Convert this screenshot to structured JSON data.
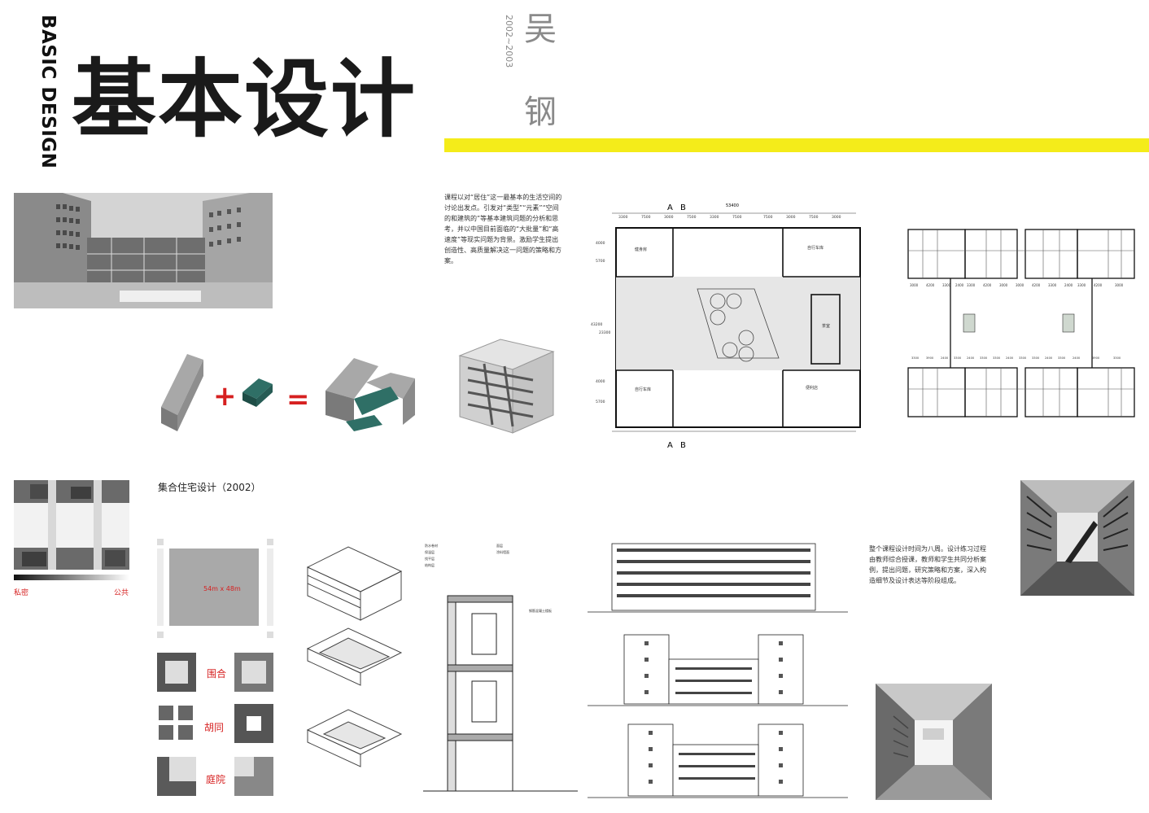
{
  "header": {
    "english_title": "BASIC DESIGN",
    "chinese_title": "基本设计",
    "years": "2002~2003",
    "author_first": "吴",
    "author_second": "钢"
  },
  "colors": {
    "accent_yellow": "#f4ec1a",
    "accent_red": "#d62020",
    "teal": "#2f6f66"
  },
  "intro_text": "课程以对“居住”这一最基本的生活空间的讨论出发点。引发对“类型”“元素”“空间的和建筑的”等基本建筑问题的分析和思考，并以中国目前面临的“大批量”和“高速度”等现实问题为背景。激励学生提出创造性、高质量解决这一问题的策略和方案。",
  "project_title": "集合住宅设计（2002）",
  "gradient_labels": {
    "private": "私密",
    "public": "公共"
  },
  "site_label": "54m x 48m",
  "typology_labels": [
    "围合",
    "胡同",
    "庭院"
  ],
  "process_text": "整个课程设计时间为八周。设计练习过程由教师综合授课，教师和学生共同分析案例，提出问题，研究策略和方案，深入构造细节及设计表达等阶段组成。",
  "plan_labels": {
    "section_a": "A",
    "section_b": "B",
    "total_width": "53400",
    "rooms": [
      "健身房",
      "自行车库",
      "自行车库",
      "便利店",
      "茶室"
    ],
    "dims_top": [
      "3300",
      "7500",
      "3000",
      "7500",
      "3300",
      "7500",
      "7500",
      "3000",
      "7500",
      "3000"
    ],
    "dims_side": [
      "4000",
      "5700",
      "43200",
      "23300",
      "4000",
      "5700"
    ]
  },
  "unit_plan_dims": {
    "row1": [
      "3000",
      "4200",
      "3300",
      "2400",
      "3300",
      "4200",
      "3000",
      "3000",
      "4200",
      "3300",
      "2400",
      "3300",
      "4200",
      "3000"
    ],
    "row2": [
      "3300",
      "3900",
      "2400",
      "3300",
      "2400",
      "3300",
      "3300",
      "2400",
      "3300",
      "3300",
      "2400",
      "3300",
      "2400",
      "3900",
      "3300"
    ]
  },
  "section_notes": [
    "防水卷材",
    "保温层",
    "找平层",
    "结构层",
    "面层",
    "涂料墙面",
    "钢筋混凝土楼板"
  ]
}
